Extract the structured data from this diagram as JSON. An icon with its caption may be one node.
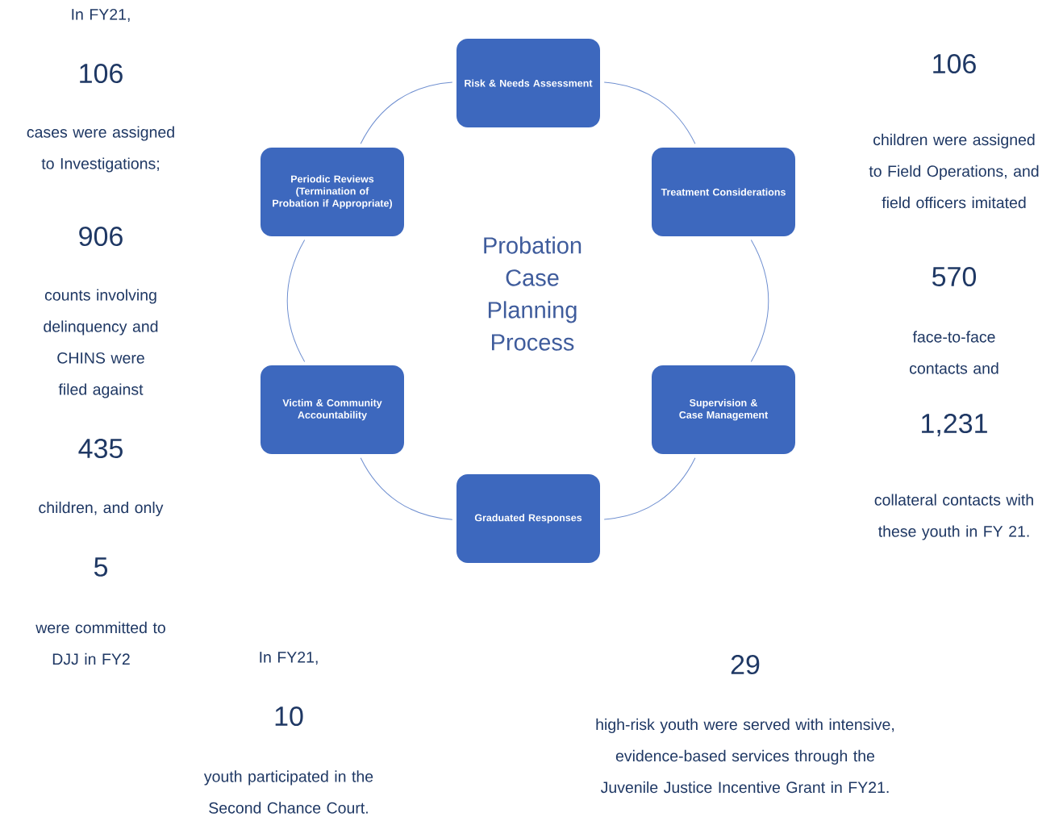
{
  "diagram": {
    "title": "Probation Case Planning Process",
    "nodes": [
      {
        "text": [
          "Risk & Needs Assessment"
        ]
      },
      {
        "text": [
          "Periodic Reviews (Termination of Probation if Appropriate)"
        ]
      },
      {
        "text": [
          "Treatment Considerations"
        ]
      },
      {
        "text": [
          "Victim & Community Accountability"
        ]
      },
      {
        "text": [
          "Supervision & Case Management"
        ]
      },
      {
        "text": [
          "Graduated Responses"
        ]
      }
    ],
    "edges": [
      {
        "from": 0,
        "to": 2,
        "arrow": "none"
      },
      {
        "from": 2,
        "to": 4,
        "arrow": "none"
      },
      {
        "from": 4,
        "to": 5,
        "arrow": "none"
      },
      {
        "from": 5,
        "to": 3,
        "arrow": "none"
      },
      {
        "from": 3,
        "to": 1,
        "arrow": "none"
      },
      {
        "from": 1,
        "to": 0,
        "arrow": "none"
      }
    ],
    "labels": [
      "In FY21,",
      "106",
      "cases were assigned to Investigations;",
      "906",
      "counts involving delinquency and CHINS were filed against",
      "435",
      "children, and only",
      "5",
      "were committed to",
      "DJJ in FY2",
      "106",
      "children were assigned to Field Operations, and field officers imitated",
      "570",
      "face-to-face contacts and",
      "1,231",
      "collateral contacts with these youth in FY 21.",
      "In FY21,",
      "10",
      "youth participated in the Second Chance Court.",
      "29",
      "high-risk youth were served with intensive, evidence-based services through the Juvenile Justice Incentive Grant in FY21."
    ]
  }
}
